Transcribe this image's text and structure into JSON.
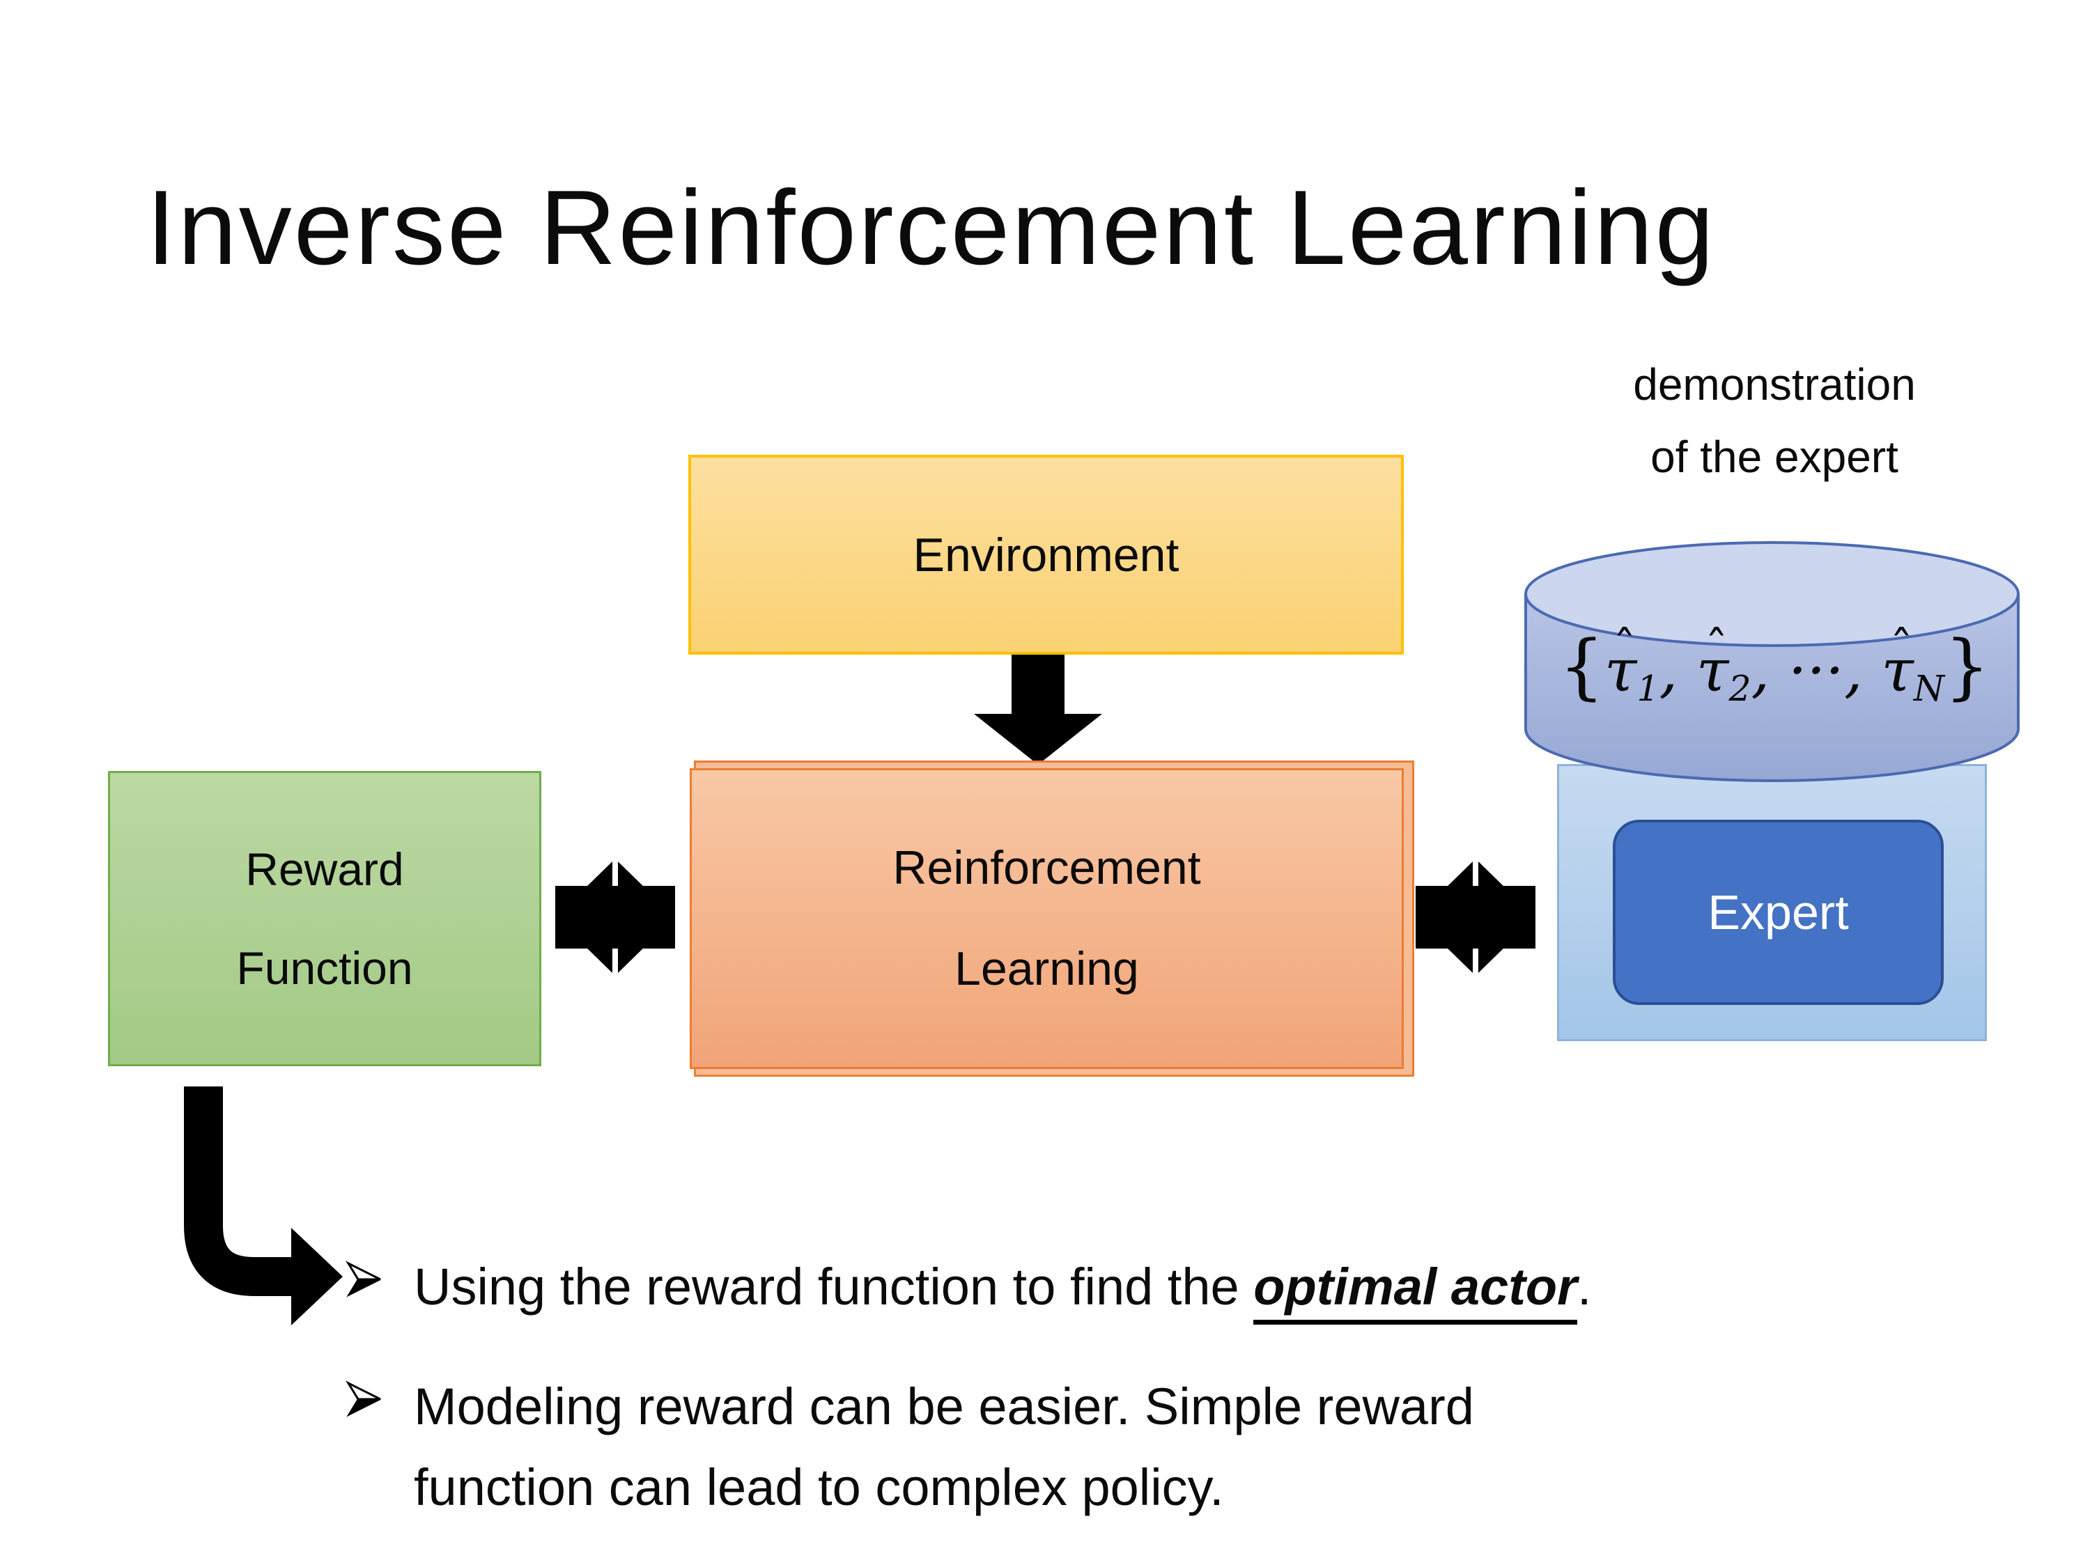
{
  "slide": {
    "title": "Inverse Reinforcement Learning",
    "annotation": {
      "line1": "demonstration",
      "line2": "of the expert"
    },
    "environment": {
      "label": "Environment"
    },
    "reinforcement_learning": {
      "line1": "Reinforcement",
      "line2": "Learning"
    },
    "reward_function": {
      "line1": "Reward",
      "line2": "Function"
    },
    "expert": {
      "label": "Expert"
    },
    "demo_database": {
      "brace_open": "{",
      "tau": "τ",
      "hat": "ˆ",
      "sub_1": "1",
      "sub_2": "2",
      "sub_n": "N",
      "separator": ", ",
      "ellipsis": "···",
      "brace_close": "}"
    },
    "bullets": {
      "item1": {
        "before": "Using the reward function to find the ",
        "emphasis": "optimal actor",
        "after": "."
      },
      "item2": {
        "line1": "Modeling reward can be easier. Simple reward",
        "line2": "function can lead to complex policy."
      }
    },
    "icons": {
      "down_arrow": "down-arrow",
      "exchange_arrow": "double-exchange-arrow",
      "elbow_arrow": "elbow-right-arrow",
      "bullet_marker": "arrowhead-right"
    },
    "colors": {
      "environment_border": "#FFC000",
      "environment_fill": "#FBD173",
      "rl_border": "#ED7D31",
      "rl_fill": "#F1A478",
      "reward_border": "#70AD47",
      "reward_fill": "#A2CA85",
      "expert_panel_fill": "#A3C6E8",
      "expert_fill": "#4472C4",
      "cylinder_fill": "#A5B3DC",
      "cylinder_border": "#4C6AB2",
      "arrow_color": "#000000"
    }
  }
}
